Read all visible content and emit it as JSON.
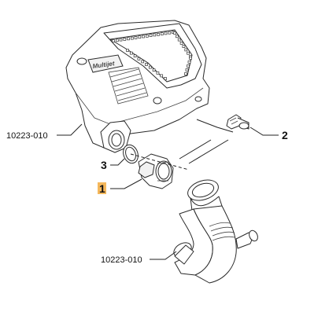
{
  "parts": {
    "cover_ref": "10223-010",
    "hose_ref": "10223-010",
    "bolt_num": "2",
    "seal_num": "3",
    "sensor_num": "1",
    "cover_logo": "Multijet"
  },
  "colors": {
    "highlight": "#f5b85c",
    "line": "#2a2a2a",
    "background": "#ffffff"
  }
}
